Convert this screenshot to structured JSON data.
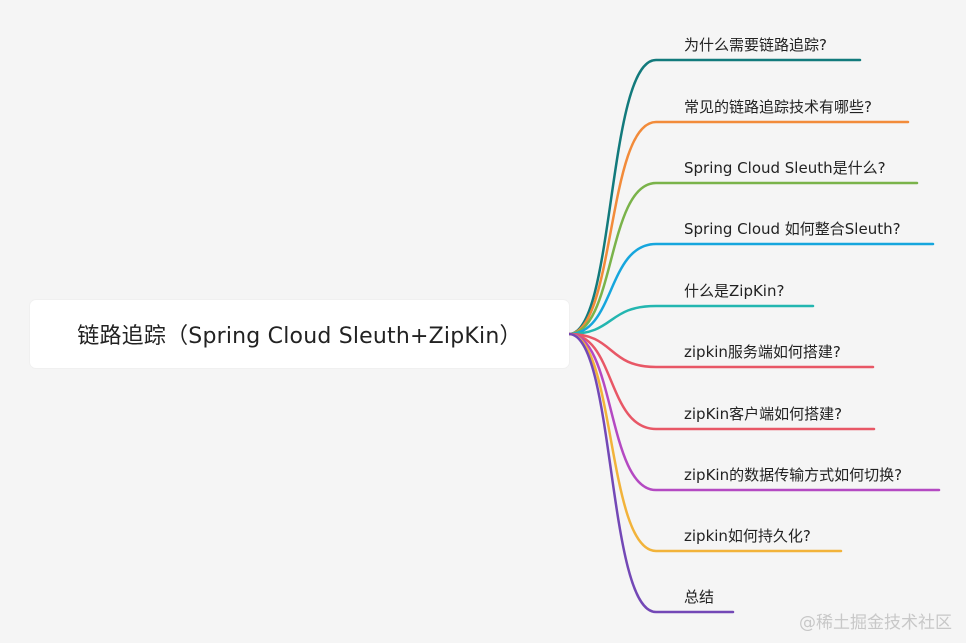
{
  "root": {
    "label": "链路追踪（Spring Cloud Sleuth+ZipKin）"
  },
  "branches": [
    {
      "label": "为什么需要链路追踪?",
      "color": "#127a7c"
    },
    {
      "label": "常见的链路追踪技术有哪些?",
      "color": "#f28b3a"
    },
    {
      "label": "Spring Cloud Sleuth是什么?",
      "color": "#7ab34a"
    },
    {
      "label": "Spring Cloud 如何整合Sleuth?",
      "color": "#16a6dd"
    },
    {
      "label": "什么是ZipKin?",
      "color": "#23b6b0"
    },
    {
      "label": "zipkin服务端如何搭建?",
      "color": "#e85766"
    },
    {
      "label": "zipKin客户端如何搭建?",
      "color": "#e85766"
    },
    {
      "label": "zipKin的数据传输方式如何切换?",
      "color": "#b449c2"
    },
    {
      "label": "zipkin如何持久化?",
      "color": "#f2b33a"
    },
    {
      "label": "总结",
      "color": "#7348b6"
    }
  ],
  "watermark": {
    "text": "@稀土掘金技术社区"
  }
}
